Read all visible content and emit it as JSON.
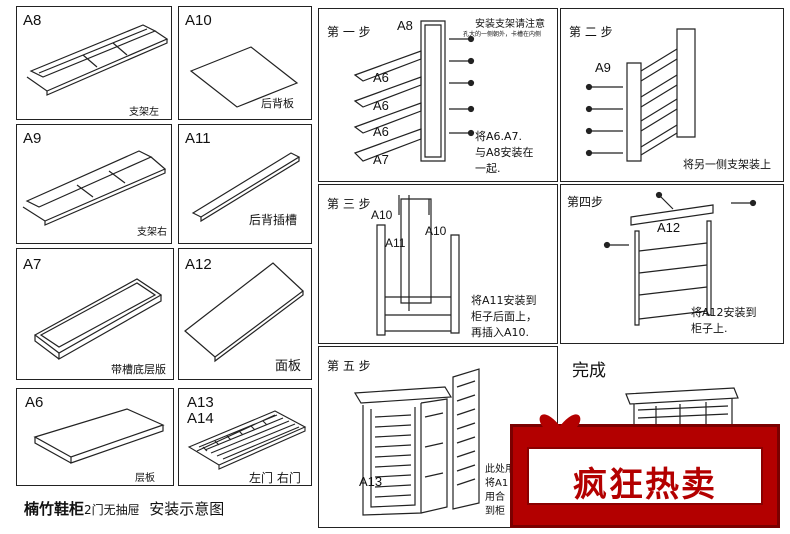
{
  "parts": {
    "a8": {
      "code": "A8",
      "caption": "支架左"
    },
    "a10": {
      "code": "A10",
      "caption": "后背板"
    },
    "a9": {
      "code": "A9",
      "caption": "支架右"
    },
    "a11": {
      "code": "A11",
      "caption": "后背插槽"
    },
    "a7": {
      "code": "A7",
      "caption": "带槽底层版"
    },
    "a12": {
      "code": "A12",
      "caption": "面板"
    },
    "a6": {
      "code": "A6",
      "caption": "层板"
    },
    "a13": {
      "code": "A13",
      "code2": "A14",
      "caption": "左门 右门"
    }
  },
  "steps": {
    "s1": {
      "title": "第 一 步",
      "tag_a8": "A8",
      "tags": [
        "A6",
        "A6",
        "A6",
        "A7"
      ],
      "note_title": "安装支架请注意",
      "note_small": "孔大的一侧朝外，卡槽在内侧",
      "text": "将A6.A7.\n与A8安装在\n一起."
    },
    "s2": {
      "title": "第 二 步",
      "tag": "A9",
      "text": "将另一侧支架装上"
    },
    "s3": {
      "title": "第 三 步",
      "tags": [
        "A10",
        "A11",
        "A10"
      ],
      "text": "将A11安装到\n柜子后面上，\n再插入A10."
    },
    "s4": {
      "title": "第四步",
      "tag": "A12",
      "text": "将A12安装到\n柜子上."
    },
    "s5": {
      "title": "第 五 步",
      "tag": "A13",
      "text": "此处用\n将A1\n用合\n到柜"
    },
    "done": {
      "title": "完成"
    }
  },
  "footer": {
    "title": "楠竹鞋柜",
    "sub": "2门无抽屉",
    "desc": "安装示意图"
  },
  "promo": {
    "text": "疯狂热卖"
  }
}
